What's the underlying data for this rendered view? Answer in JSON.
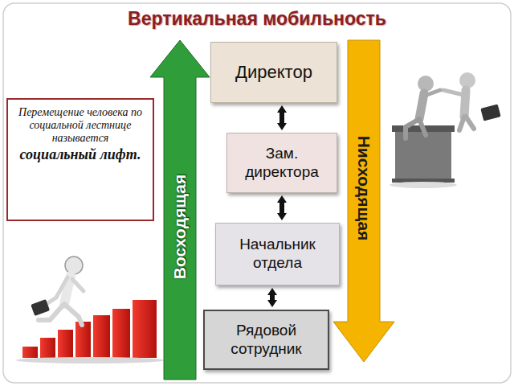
{
  "diagram": {
    "title": "Вертикальная мобильность",
    "nodes": [
      {
        "text": [
          "Перемещение человека по социальной лестнице называется",
          "социальный лифт."
        ]
      },
      {
        "text": [
          "Восходящая"
        ]
      },
      {
        "text": [
          "Директор"
        ]
      },
      {
        "text": [
          "Зам. директора"
        ]
      },
      {
        "text": [
          "Начальник отдела"
        ]
      },
      {
        "text": [
          "Рядовой сотрудник"
        ]
      },
      {
        "text": [
          "Нисходящая"
        ]
      }
    ],
    "edges": [
      {
        "from": 2,
        "to": 3,
        "arrow": "both"
      },
      {
        "from": 3,
        "to": 4,
        "arrow": "both"
      },
      {
        "from": 4,
        "to": 5,
        "arrow": "both"
      }
    ]
  }
}
